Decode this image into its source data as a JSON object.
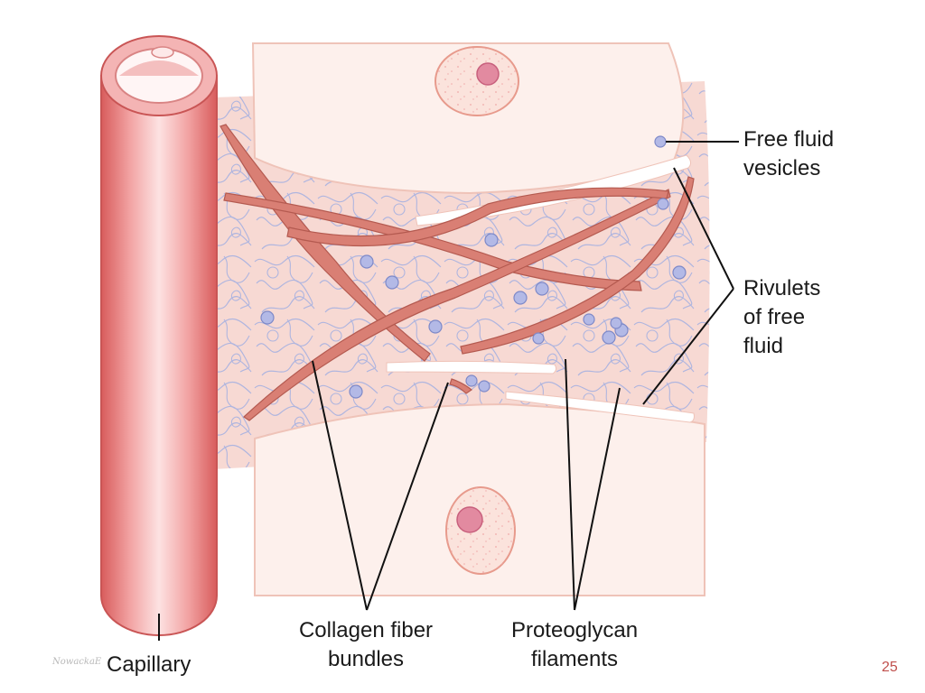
{
  "labels": {
    "free_fluid_vesicles": [
      "Free fluid",
      "vesicles"
    ],
    "rivulets_of_free_fluid": [
      "Rivulets",
      "of free",
      "fluid"
    ],
    "capillary": "Capillary",
    "collagen_fiber_bundles": [
      "Collagen fiber",
      "bundles"
    ],
    "proteoglycan_filaments": [
      "Proteoglycan",
      "filaments"
    ]
  },
  "watermark": "NowackaE",
  "page_number": "25",
  "colors": {
    "interstitium": "#f7d9d3",
    "cell": "#fdf0ec",
    "cell_outline": "#efb4a8",
    "collagen": "#d97f74",
    "collagen_dark": "#b45a50",
    "proteoglycan": "#a7b1e0",
    "vesicle": "#b3b9e6",
    "capillary": "#ec8d8d",
    "capillary_light": "#fcd6d6",
    "capillary_dark": "#d85c5c",
    "nucleus": "#e28aa0",
    "page_number": "#c0504d"
  }
}
